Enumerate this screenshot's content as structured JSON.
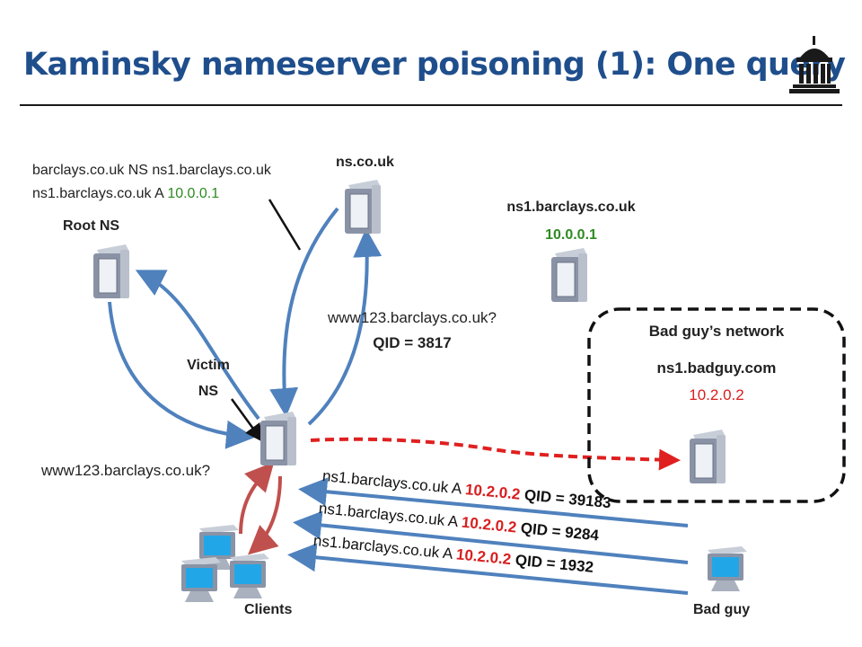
{
  "slide": {
    "title": "Kaminsky nameserver poisoning (1): One query",
    "logo_icon": "university-building-icon"
  },
  "nodes": {
    "root_ns": "Root NS",
    "ns_co_uk": "ns.co.uk",
    "ns1_barclays": {
      "name": "ns1.barclays.co.uk",
      "ip": "10.0.0.1"
    },
    "victim_ns": {
      "line1": "Victim",
      "line2": "NS"
    },
    "bad_network": {
      "title": "Bad guy’s network",
      "name": "ns1.badguy.com",
      "ip": "10.2.0.2"
    },
    "clients": "Clients",
    "bad_guy": "Bad guy"
  },
  "records": {
    "line1": "barclays.co.uk NS ns1.barclays.co.uk",
    "line2_prefix": "ns1.barclays.co.uk A ",
    "line2_ip": "10.0.0.1"
  },
  "query": {
    "text": "www123.barclays.co.uk?",
    "qid": "QID = 3817",
    "client_query": "www123.barclays.co.uk?"
  },
  "responses": [
    {
      "prefix": "ns1.barclays.co.uk A ",
      "ip": "10.2.0.2",
      "qid": " QID = 39183"
    },
    {
      "prefix": "ns1.barclays.co.uk A ",
      "ip": "10.2.0.2",
      "qid": " QID = 9284"
    },
    {
      "prefix": "ns1.barclays.co.uk A ",
      "ip": "10.2.0.2",
      "qid": " QID = 1932"
    }
  ],
  "colors": {
    "title": "#1f4e8c",
    "arrow_blue": "#4f81bd",
    "arrow_red": "#c0504d",
    "dashed_red": "#e02020",
    "green_ip": "#2e8b22",
    "red_ip": "#d81f1f"
  }
}
